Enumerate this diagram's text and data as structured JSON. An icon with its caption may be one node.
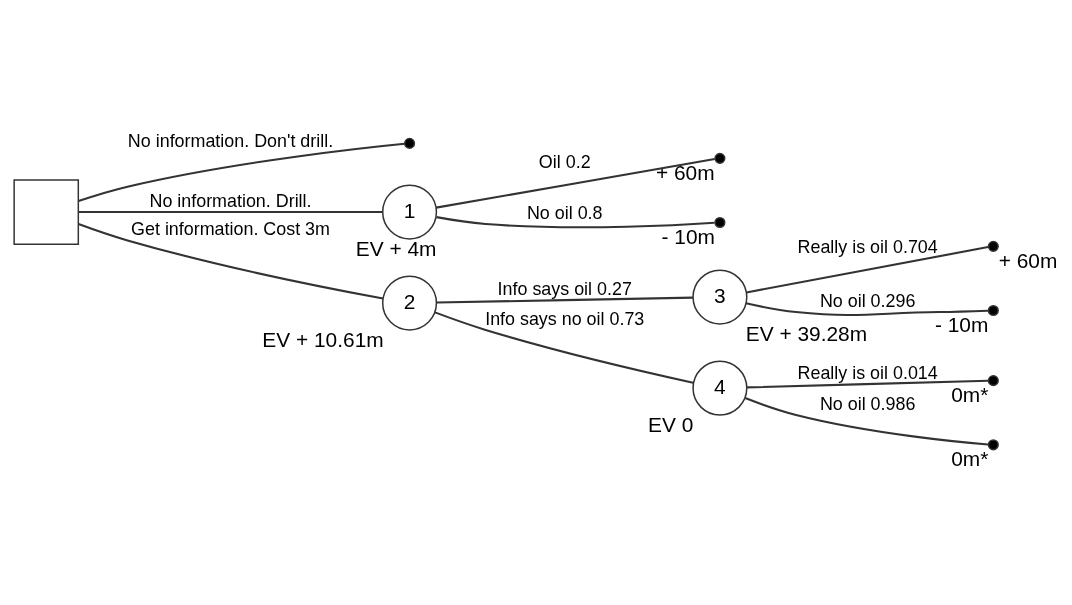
{
  "diagram": {
    "nodes": [
      {
        "text": [],
        "shape": "box"
      },
      {
        "text": [],
        "shape": "circle"
      },
      {
        "text": [
          "1"
        ],
        "beside": [
          "EV + 4m"
        ]
      },
      {
        "text": [],
        "shape": "circle",
        "beside": [
          "+ 60m"
        ]
      },
      {
        "text": [],
        "shape": "circle",
        "beside": [
          "- 10m"
        ]
      },
      {
        "text": [
          "2"
        ],
        "beside": [
          "EV + 10.61m"
        ]
      },
      {
        "text": [
          "3"
        ],
        "beside": [
          "EV + 39.28m"
        ]
      },
      {
        "text": [],
        "shape": "circle",
        "beside": [
          "+ 60m"
        ]
      },
      {
        "text": [],
        "shape": "circle",
        "beside": [
          "- 10m"
        ]
      },
      {
        "text": [
          "4"
        ],
        "beside": [
          "EV 0"
        ]
      },
      {
        "text": [],
        "shape": "circle",
        "beside": [
          "0m*"
        ]
      },
      {
        "text": [],
        "shape": "circle",
        "beside": [
          "0m*"
        ]
      }
    ],
    "edges": [
      {
        "from": 0,
        "to": 1,
        "arrow": "none",
        "label": "No information. Don't drill."
      },
      {
        "from": 0,
        "to": 2,
        "arrow": "none",
        "label": "No information. Drill."
      },
      {
        "from": 2,
        "to": 3,
        "arrow": "none",
        "label": "Oil 0.2"
      },
      {
        "from": 2,
        "to": 4,
        "arrow": "none",
        "label": "No oil 0.8"
      },
      {
        "from": 0,
        "to": 5,
        "arrow": "none",
        "label": "Get information. Cost 3m"
      },
      {
        "from": 5,
        "to": 6,
        "arrow": "none",
        "label": "Info says oil 0.27"
      },
      {
        "from": 6,
        "to": 7,
        "arrow": "none",
        "label": "Really is oil 0.704"
      },
      {
        "from": 6,
        "to": 8,
        "arrow": "none",
        "label": "No oil 0.296"
      },
      {
        "from": 5,
        "to": 9,
        "arrow": "none",
        "label": "Info says no oil 0.73"
      },
      {
        "from": 9,
        "to": 10,
        "arrow": "none",
        "label": "Really is oil 0.014"
      },
      {
        "from": 9,
        "to": 11,
        "arrow": "none",
        "label": "No oil 0.986"
      }
    ]
  }
}
